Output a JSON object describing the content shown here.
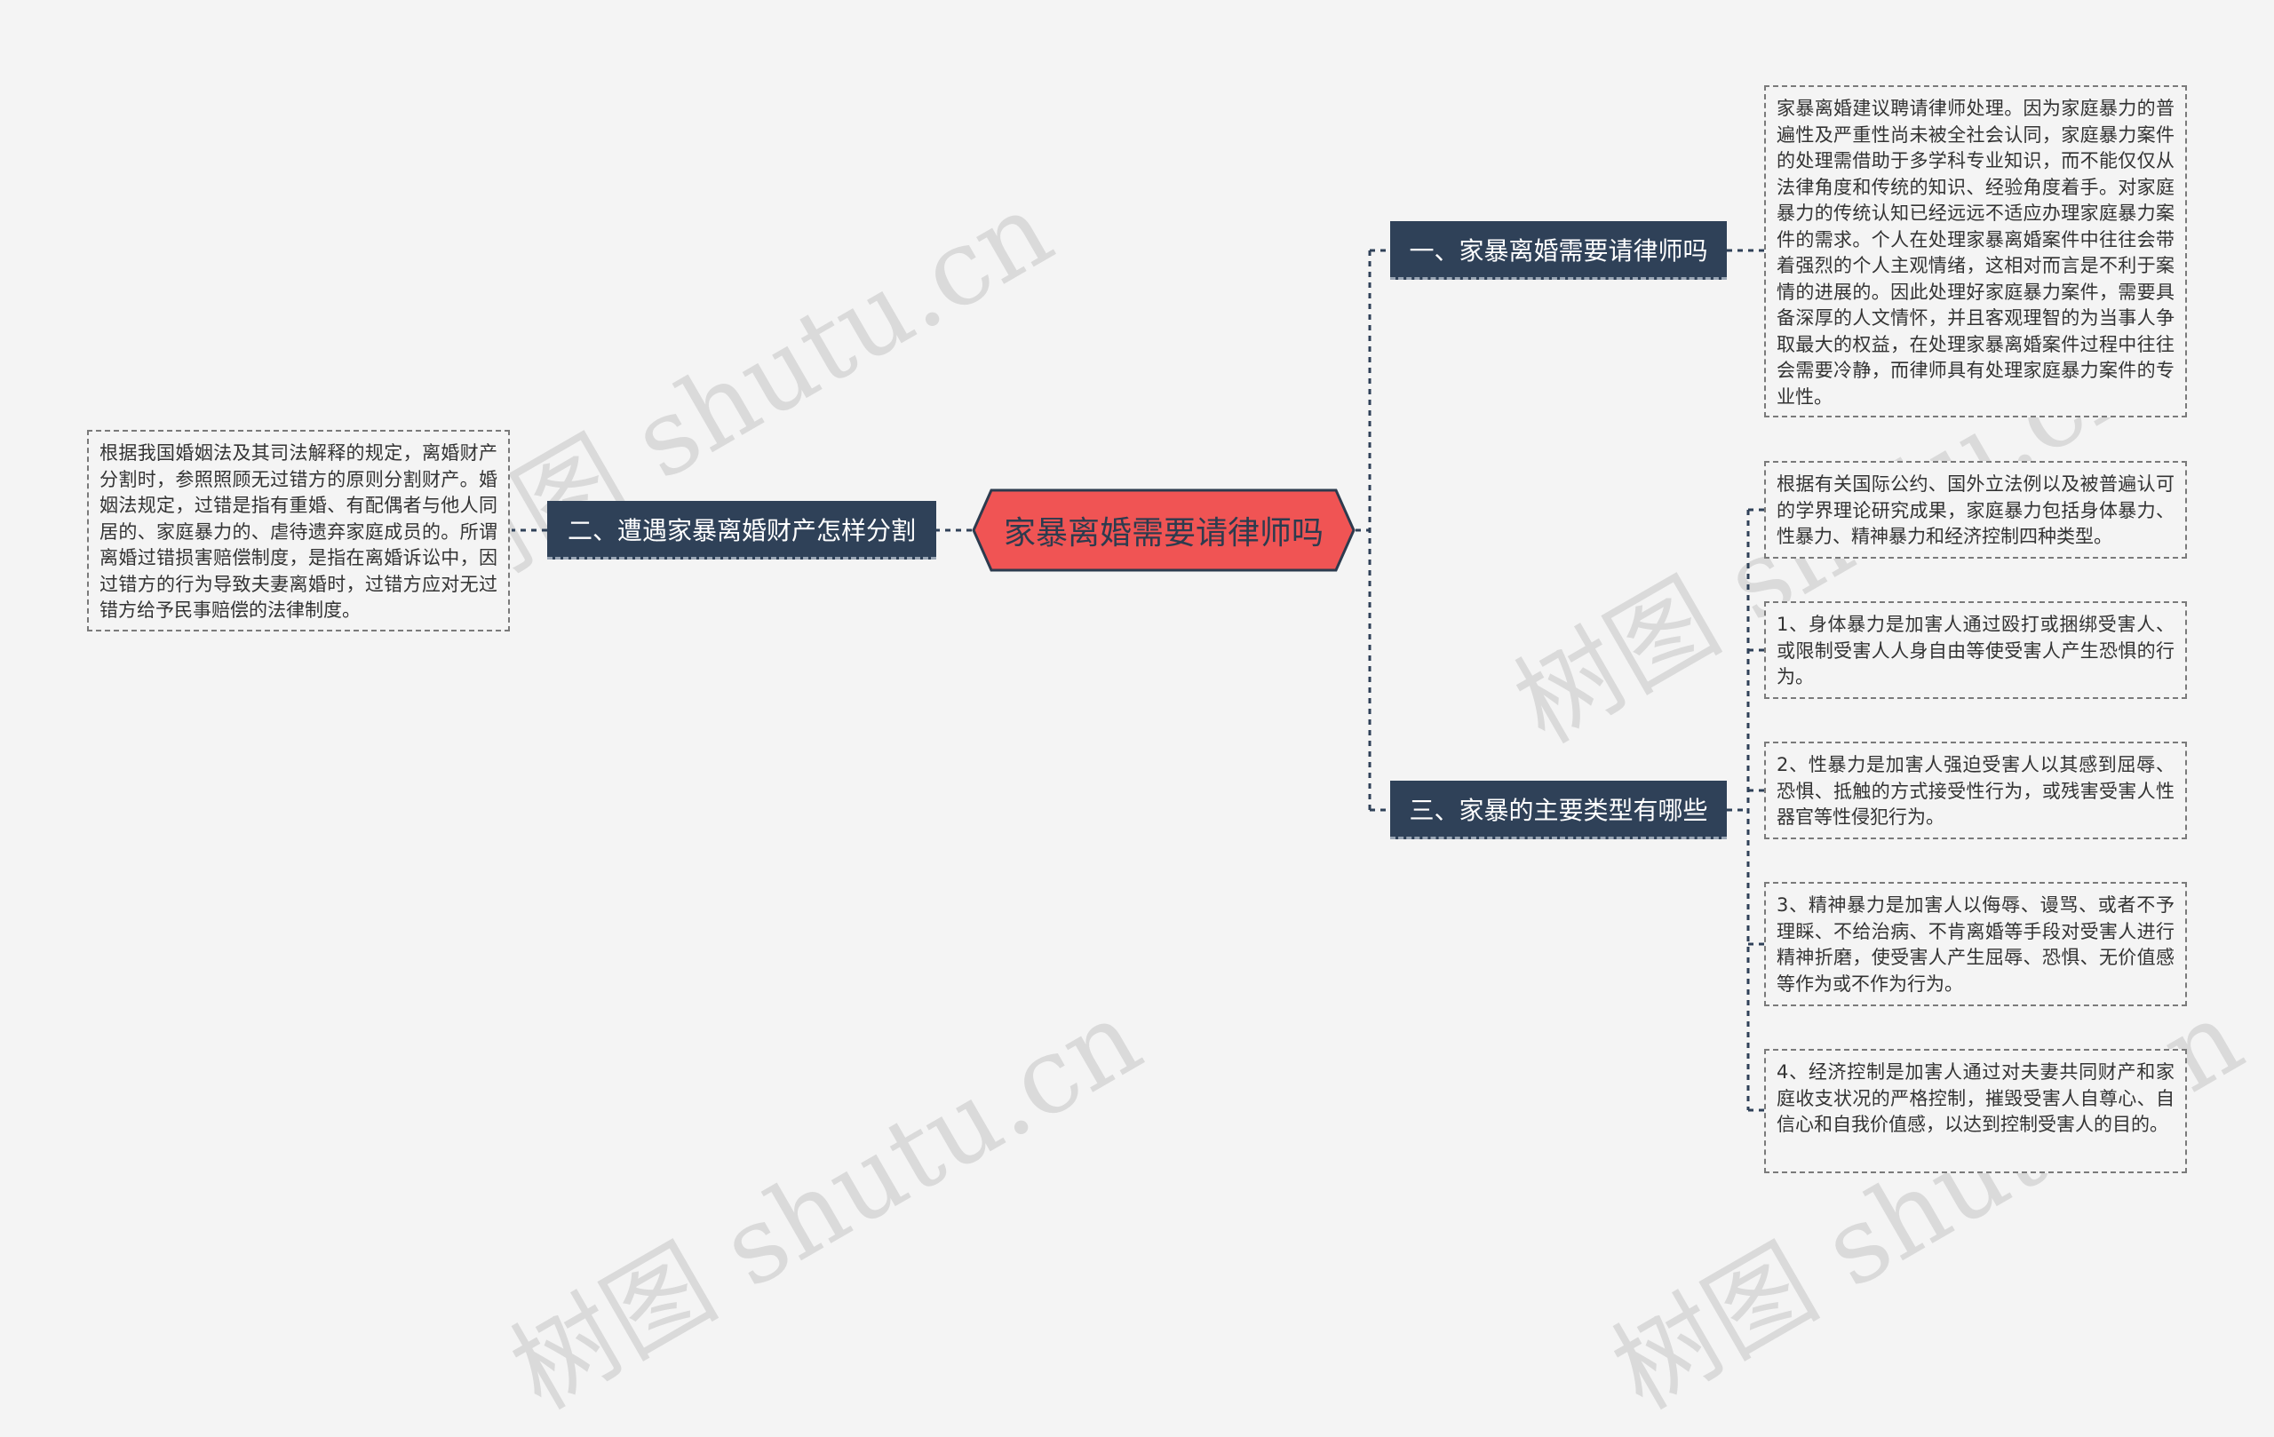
{
  "watermark": "树图 shutu.cn",
  "root": {
    "label": "家暴离婚需要请律师吗"
  },
  "branches": [
    {
      "label": "一、家暴离婚需要请律师吗"
    },
    {
      "label": "二、遭遇家暴离婚财产怎样分割"
    },
    {
      "label": "三、家暴的主要类型有哪些"
    }
  ],
  "leaves": [
    {
      "text": "家暴离婚建议聘请律师处理。因为家庭暴力的普遍性及严重性尚未被全社会认同，家庭暴力案件的处理需借助于多学科专业知识，而不能仅仅从法律角度和传统的知识、经验角度着手。对家庭暴力的传统认知已经远远不适应办理家庭暴力案件的需求。个人在处理家暴离婚案件中往往会带着强烈的个人主观情绪，这相对而言是不利于案情的进展的。因此处理好家庭暴力案件，需要具备深厚的人文情怀，并且客观理智的为当事人争取最大的权益，在处理家暴离婚案件过程中往往会需要冷静，而律师具有处理家庭暴力案件的专业性。"
    },
    {
      "text": "根据我国婚姻法及其司法解释的规定，离婚财产分割时，参照照顾无过错方的原则分割财产。婚姻法规定，过错是指有重婚、有配偶者与他人同居的、家庭暴力的、虐待遗弃家庭成员的。所谓离婚过错损害赔偿制度，是指在离婚诉讼中，因过错方的行为导致夫妻离婚时，过错方应对无过错方给予民事赔偿的法律制度。"
    },
    {
      "text": "根据有关国际公约、国外立法例以及被普遍认可的学界理论研究成果，家庭暴力包括身体暴力、性暴力、精神暴力和经济控制四种类型。"
    },
    {
      "text": "1、身体暴力是加害人通过殴打或捆绑受害人、或限制受害人人身自由等使受害人产生恐惧的行为。"
    },
    {
      "text": "2、性暴力是加害人强迫受害人以其感到屈辱、恐惧、抵触的方式接受性行为，或残害受害人性器官等性侵犯行为。"
    },
    {
      "text": "3、精神暴力是加害人以侮辱、谩骂、或者不予理睬、不给治病、不肯离婚等手段对受害人进行精神折磨，使受害人产生屈辱、恐惧、无价值感等作为或不作为行为。"
    },
    {
      "text": "4、经济控制是加害人通过对夫妻共同财产和家庭收支状况的严格控制，摧毁受害人自尊心、自信心和自我价值感，以达到控制受害人的目的。"
    }
  ],
  "colors": {
    "root_fill": "#f05454",
    "root_stroke": "#2d3b4e",
    "branch_fill": "#2f4158",
    "connector": "#2f4158",
    "background": "#f4f4f4"
  }
}
